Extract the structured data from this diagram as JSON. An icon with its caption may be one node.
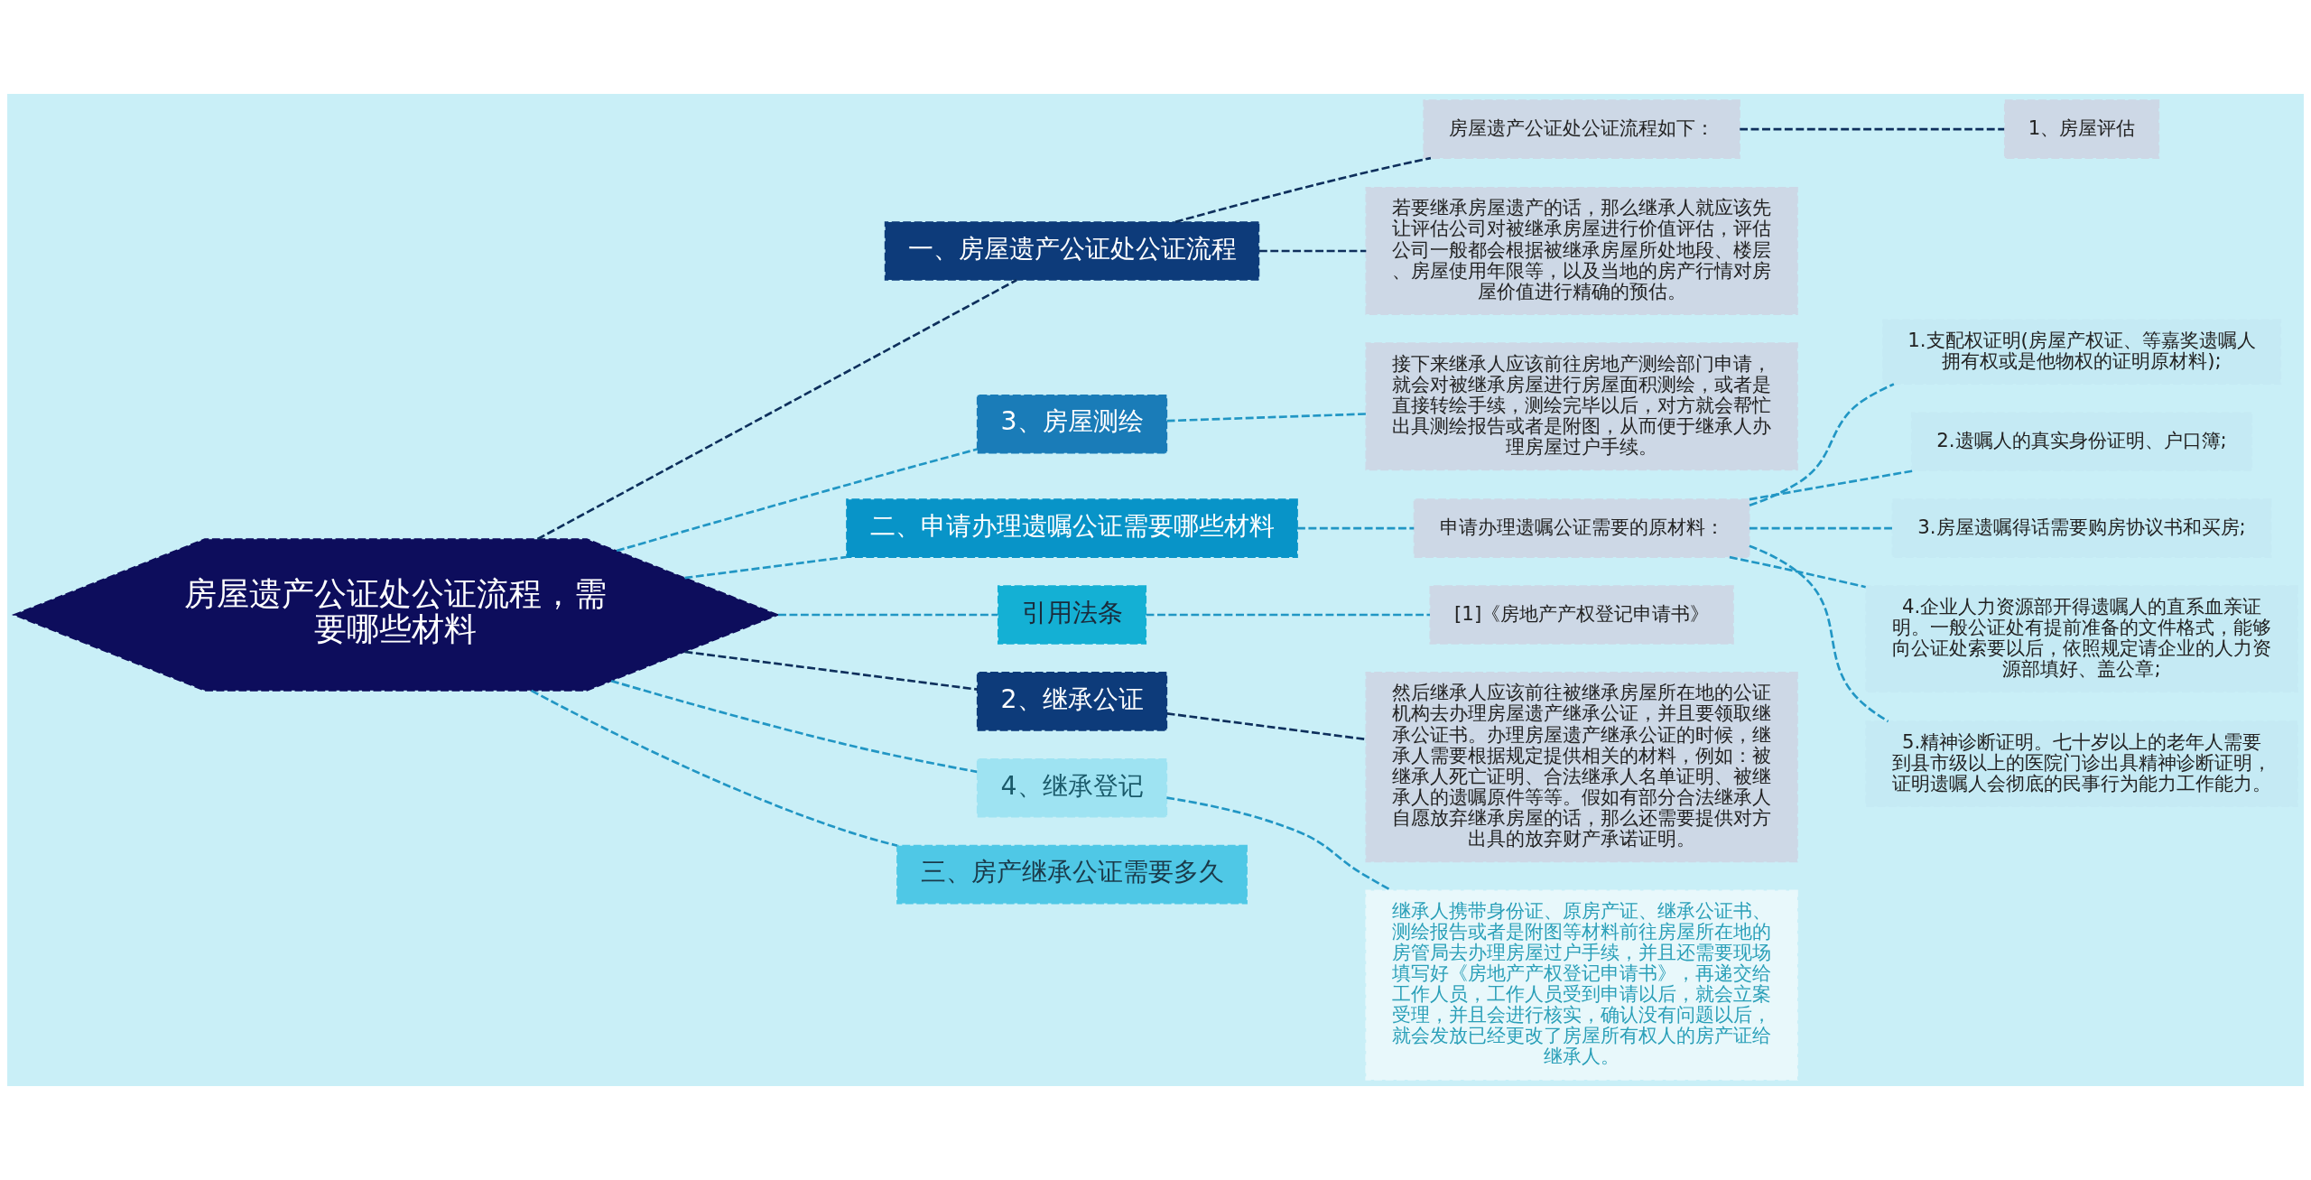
{
  "diagram": {
    "nodes": [
      {
        "text": [
          "房屋遗产公证处公证流程，需要哪些材料"
        ]
      },
      {
        "text": [
          "一、房屋遗产公证处公证流程"
        ]
      },
      {
        "text": [
          "房屋遗产公证处公证流程如下："
        ]
      },
      {
        "text": [
          "1、房屋评估"
        ]
      },
      {
        "text": [
          "若要继承房屋遗产的话，那么继承人就应该先让评估公司对被继承房屋进行价值评估，评估公司一般都会根据被继承房屋所处地段、楼层、房屋使用年限等，以及当地的房产行情对房屋价值进行精确的预估。"
        ]
      },
      {
        "text": [
          "3、房屋测绘"
        ]
      },
      {
        "text": [
          "接下来继承人应该前往房地产测绘部门申请，就会对被继承房屋进行房屋面积测绘，或者是直接转绘手续，测绘完毕以后，对方就会帮忙出具测绘报告或者是附图，从而便于继承人办理房屋过户手续。"
        ]
      },
      {
        "text": [
          "二、申请办理遗嘱公证需要哪些材料"
        ]
      },
      {
        "text": [
          "申请办理遗嘱公证需要的原材料："
        ]
      },
      {
        "text": [
          "1.支配权证明(房屋产权证、等嘉奖遗嘱人拥有权或是他物权的证明原材料);"
        ]
      },
      {
        "text": [
          "2.遗嘱人的真实身份证明、户口簿;"
        ]
      },
      {
        "text": [
          "3.房屋遗嘱得话需要购房协议书和买房;"
        ]
      },
      {
        "text": [
          "4.企业人力资源部开得遗嘱人的直系血亲证明。一般公证处有提前准备的文件格式，能够向公证处索要以后，依照规定请企业的人力资源部填好、盖公章;"
        ]
      },
      {
        "text": [
          "5.精神诊断证明。七十岁以上的老年人需要到县市级以上的医院门诊出具精神诊断证明，证明遗嘱人会彻底的民事行为能力工作能力。"
        ]
      },
      {
        "text": [
          "引用法条"
        ]
      },
      {
        "text": [
          "[1]《房地产产权登记申请书》"
        ]
      },
      {
        "text": [
          "2、继承公证"
        ]
      },
      {
        "text": [
          "然后继承人应该前往被继承房屋所在地的公证机构去办理房屋遗产继承公证，并且要领取继承公证书。办理房屋遗产继承公证的时候，继承人需要根据规定提供相关的材料，例如：被继承人死亡证明、合法继承人名单证明、被继承人的遗嘱原件等等。假如有部分合法继承人自愿放弃继承房屋的话，那么还需要提供对方出具的放弃财产承诺证明。"
        ]
      },
      {
        "text": [
          "4、继承登记"
        ]
      },
      {
        "text": [
          "继承人携带身份证、原房产证、继承公证书、测绘报告或者是附图等材料前往房屋所在地的房管局去办理房屋过户手续，并且还需要现场填写好《房地产产权登记申请书》，再递交给工作人员，工作人员受到申请以后，就会立案受理，并且会进行核实，确认没有问题以后，就会发放已经更改了房屋所有权人的房产证给继承人。"
        ]
      },
      {
        "text": [
          "三、房产继承公证需要多久"
        ]
      }
    ],
    "edges": [
      {
        "from": 0,
        "to": 1,
        "arrow": "none",
        "style": "dashed",
        "color": "#0e2f5c"
      },
      {
        "from": 1,
        "to": 2,
        "arrow": "none",
        "style": "dashed",
        "color": "#0e2f5c"
      },
      {
        "from": 2,
        "to": 3,
        "arrow": "none",
        "style": "dashed",
        "color": "#0e2f5c"
      },
      {
        "from": 1,
        "to": 4,
        "arrow": "none",
        "style": "dashed",
        "color": "#0e2f5c"
      },
      {
        "from": 0,
        "to": 5,
        "arrow": "none",
        "style": "dashed"
      },
      {
        "from": 5,
        "to": 6,
        "arrow": "none",
        "style": "dashed"
      },
      {
        "from": 0,
        "to": 7,
        "arrow": "none",
        "style": "dashed"
      },
      {
        "from": 7,
        "to": 8,
        "arrow": "none",
        "style": "dashed"
      },
      {
        "from": 8,
        "to": 9,
        "arrow": "none",
        "style": "dashed"
      },
      {
        "from": 8,
        "to": 10,
        "arrow": "none",
        "style": "dashed"
      },
      {
        "from": 8,
        "to": 11,
        "arrow": "none",
        "style": "dashed"
      },
      {
        "from": 8,
        "to": 12,
        "arrow": "none",
        "style": "dashed"
      },
      {
        "from": 8,
        "to": 13,
        "arrow": "none",
        "style": "dashed"
      },
      {
        "from": 0,
        "to": 14,
        "arrow": "none",
        "style": "dashed"
      },
      {
        "from": 14,
        "to": 15,
        "arrow": "none",
        "style": "dashed"
      },
      {
        "from": 0,
        "to": 16,
        "arrow": "none",
        "style": "dashed",
        "color": "#0e2f5c"
      },
      {
        "from": 16,
        "to": 17,
        "arrow": "none",
        "style": "dashed",
        "color": "#0e2f5c"
      },
      {
        "from": 0,
        "to": 18,
        "arrow": "none",
        "style": "dashed"
      },
      {
        "from": 18,
        "to": 19,
        "arrow": "none",
        "style": "dashed"
      },
      {
        "from": 0,
        "to": 20,
        "arrow": "none",
        "style": "dashed"
      }
    ]
  }
}
